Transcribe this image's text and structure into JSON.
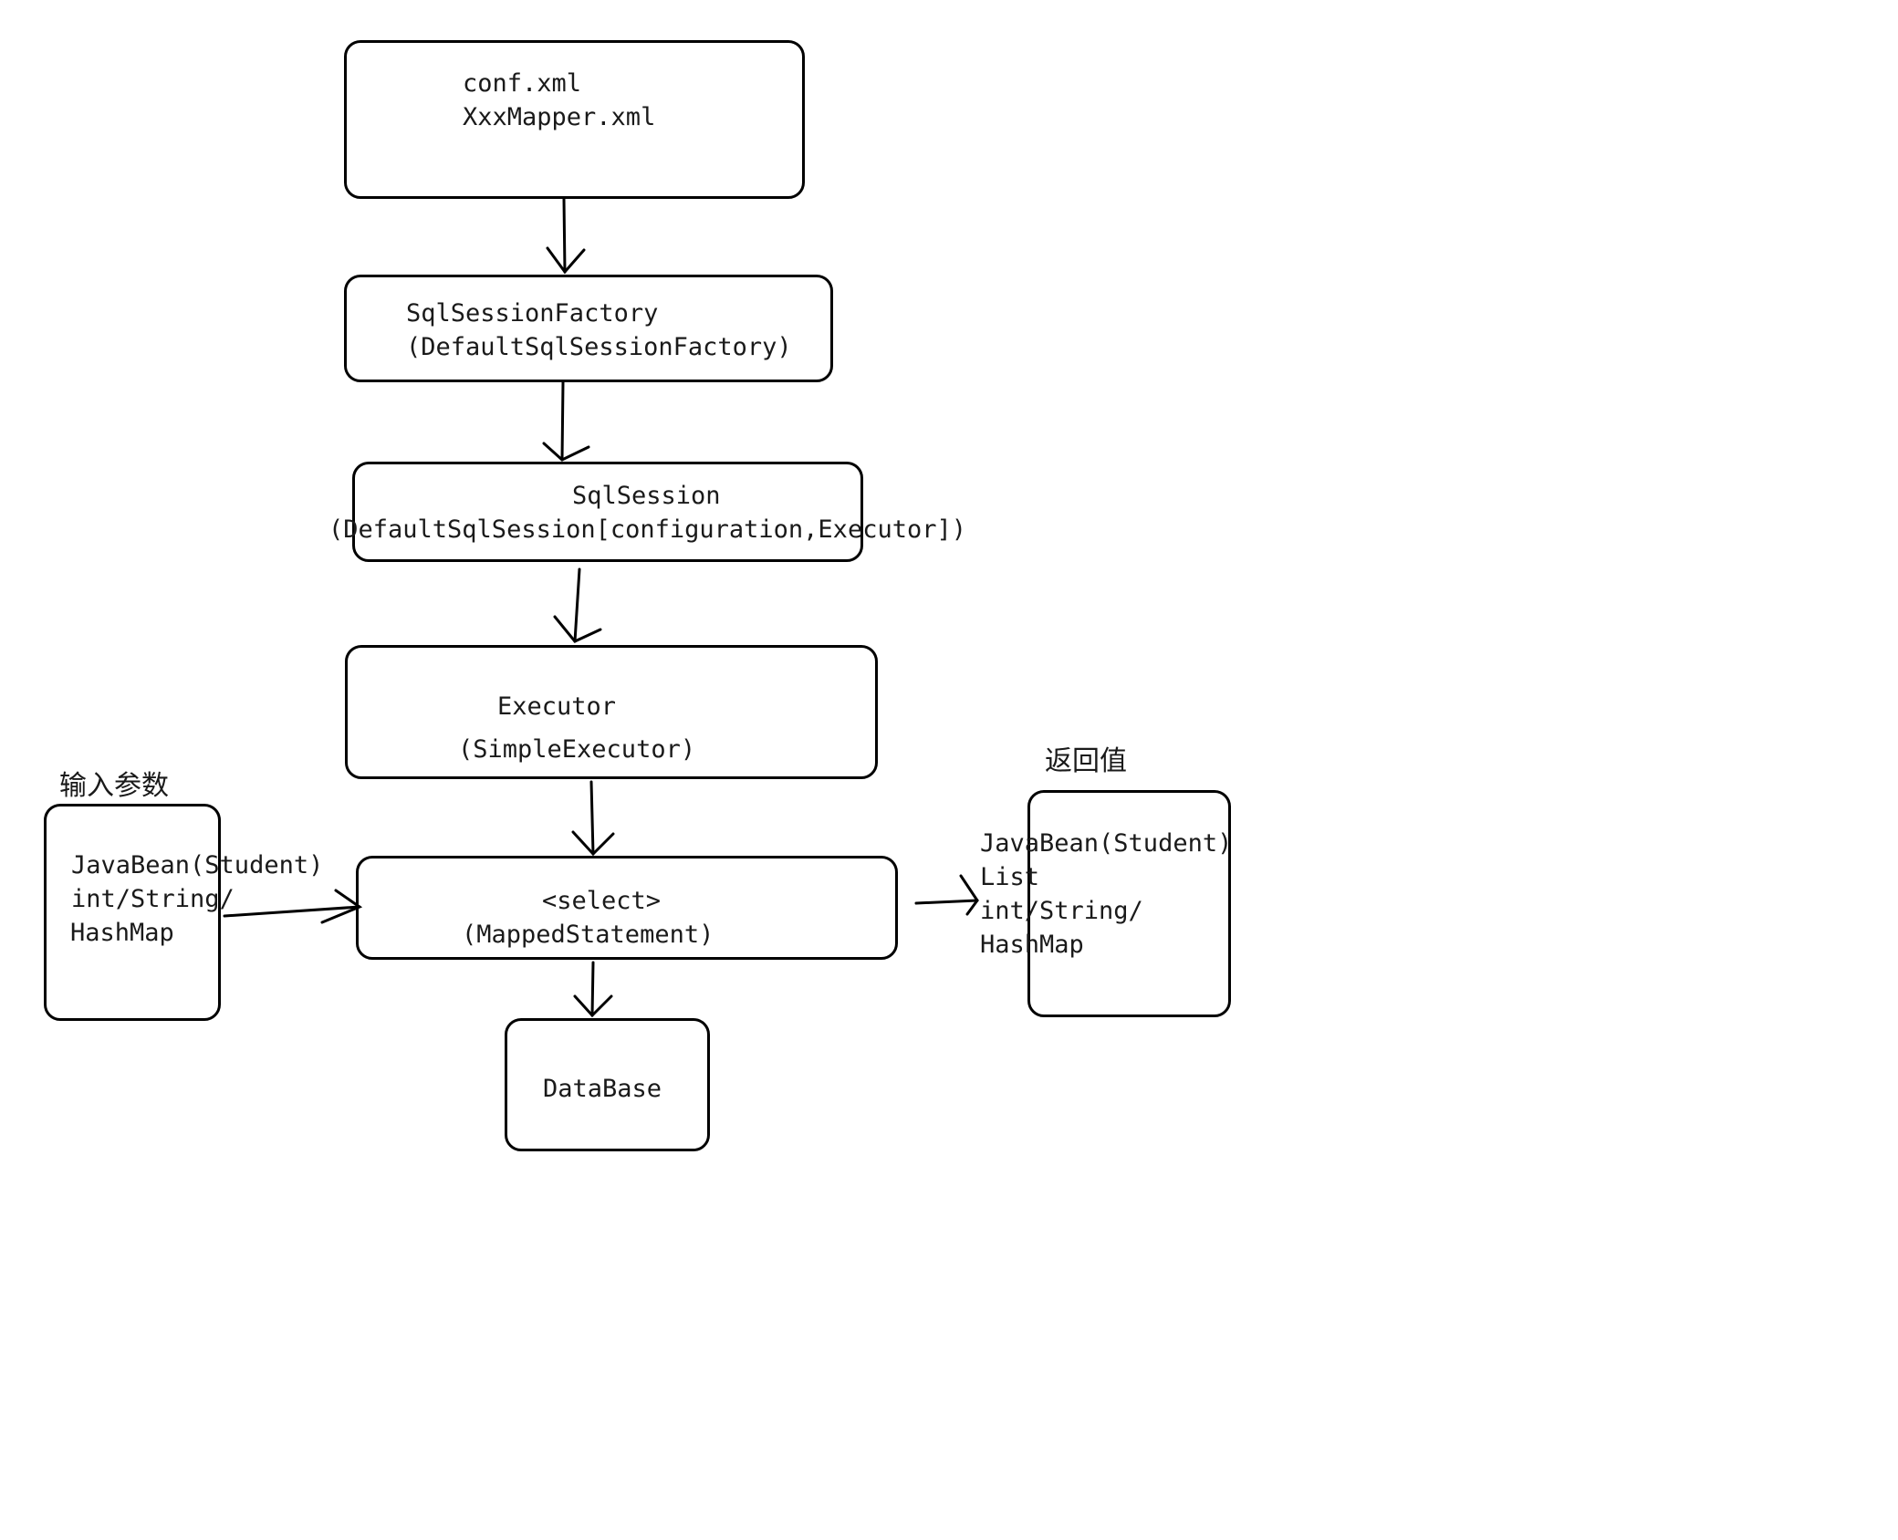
{
  "nodes": {
    "config": {
      "line1": "conf.xml",
      "line2": "XxxMapper.xml"
    },
    "factory": {
      "line1": "SqlSessionFactory",
      "line2": "(DefaultSqlSessionFactory)"
    },
    "session": {
      "line1": "SqlSession",
      "line2": "(DefaultSqlSession[configuration,Executor])"
    },
    "executor": {
      "line1": "Executor",
      "line2": "(SimpleExecutor)"
    },
    "select": {
      "line1": "<select>",
      "line2": "(MappedStatement)"
    },
    "database": {
      "line1": "DataBase"
    },
    "input": {
      "heading": "输入参数",
      "line1": "JavaBean(Student)",
      "line2": "int/String/",
      "line3": "HashMap"
    },
    "output": {
      "heading": "返回值",
      "line1": "JavaBean(Student)",
      "line2": "List",
      "line3": "int/String/",
      "line4": "HashMap"
    }
  },
  "edges": [
    {
      "from": "config",
      "to": "factory"
    },
    {
      "from": "factory",
      "to": "session"
    },
    {
      "from": "session",
      "to": "executor"
    },
    {
      "from": "executor",
      "to": "select"
    },
    {
      "from": "input",
      "to": "select"
    },
    {
      "from": "select",
      "to": "output"
    },
    {
      "from": "select",
      "to": "database"
    }
  ]
}
